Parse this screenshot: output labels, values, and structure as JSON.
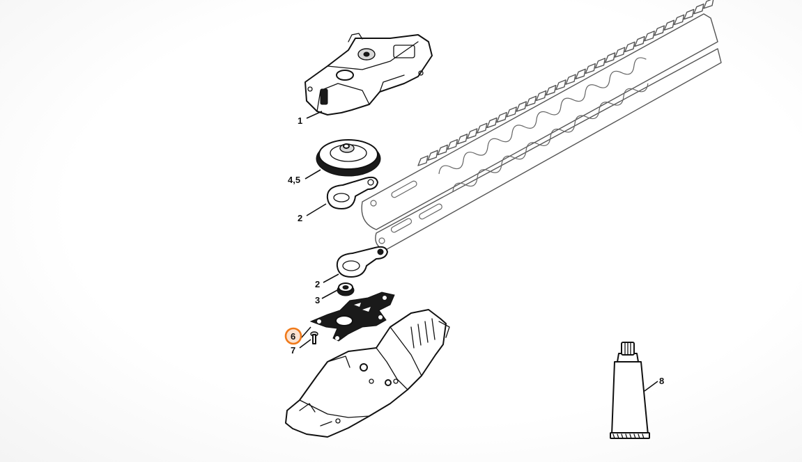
{
  "callouts": {
    "c1": "1",
    "c45": "4,5",
    "c2a": "2",
    "c2b": "2",
    "c3": "3",
    "c6": "6",
    "c7": "7",
    "c8": "8"
  },
  "highlight": {
    "selected_part": "6",
    "ring_color": "#f07a1a"
  }
}
